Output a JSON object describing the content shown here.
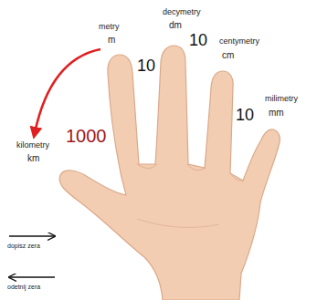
{
  "diagram": {
    "labels": [
      "metry",
      "m",
      "decymetry",
      "dm",
      "centymetry",
      "cm",
      "milimetry",
      "mm",
      "kilometry",
      "km",
      "10",
      "10",
      "10",
      "1000",
      "dopisz zera",
      "odetnij zera"
    ]
  }
}
